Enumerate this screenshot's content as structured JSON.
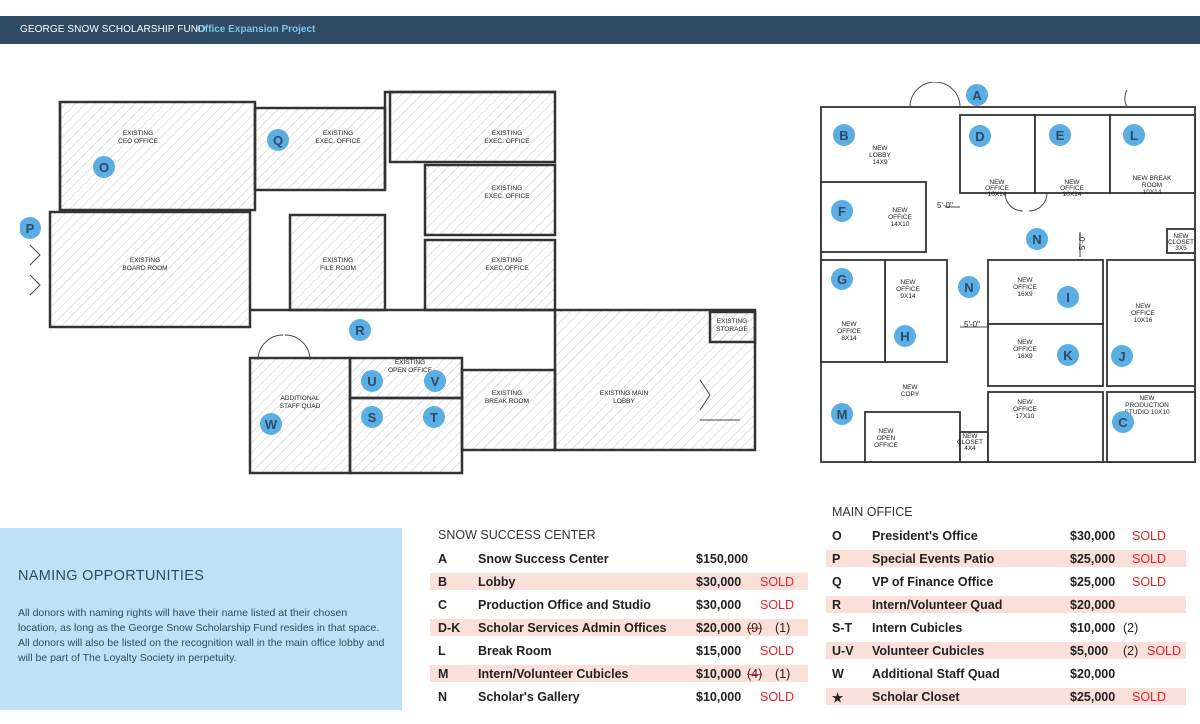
{
  "header": {
    "org": "GEORGE SNOW SCHOLARSHIP FUND",
    "project": "Office Expansion Project"
  },
  "colors": {
    "header_bg": "#2f4a63",
    "accent": "#7cc3ea",
    "badge": "#5aaee3",
    "naming_bg": "#bfe0f5",
    "row_shade": "#fbe0da",
    "sold": "#e2232a"
  },
  "left_plan": {
    "rooms": [
      {
        "l1": "EXISTING",
        "l2": "CEO OFFICE"
      },
      {
        "l1": "EXISTING",
        "l2": "EXEC. OFFICE"
      },
      {
        "l1": "EXISTING",
        "l2": "EXEC. OFFICE"
      },
      {
        "l1": "EXISTING",
        "l2": "EXEC. OFFICE"
      },
      {
        "l1": "EXISTING",
        "l2": "BOARD ROOM"
      },
      {
        "l1": "EXISTING",
        "l2": "FILE ROOM"
      },
      {
        "l1": "EXISTING",
        "l2": "EXEC.OFFICE"
      },
      {
        "l1": "EXISTING",
        "l2": "STORAGE"
      },
      {
        "l1": "EXISTING",
        "l2": "OPEN OFFICE"
      },
      {
        "l1": "ADDITIONAL",
        "l2": "STAFF QUAD"
      },
      {
        "l1": "EXISTING",
        "l2": "BREAK ROOM"
      },
      {
        "l1": "EXISTING MAIN",
        "l2": "LOBBY"
      }
    ],
    "badges": [
      "O",
      "Q",
      "P",
      "R",
      "U",
      "V",
      "W",
      "S",
      "T"
    ]
  },
  "right_plan": {
    "rooms": [
      {
        "l1": "NEW",
        "l2": "LOBBY",
        "l3": "14X9"
      },
      {
        "l1": "NEW",
        "l2": "OFFICE",
        "l3": "10X14"
      },
      {
        "l1": "NEW",
        "l2": "OFFICE",
        "l3": "10X14"
      },
      {
        "l1": "NEW BREAK",
        "l2": "ROOM",
        "l3": "10X14"
      },
      {
        "l1": "NEW",
        "l2": "OFFICE",
        "l3": "14X10"
      },
      {
        "l1": "NEW",
        "l2": "CLOSET",
        "l3": "3X5"
      },
      {
        "l1": "NEW",
        "l2": "OFFICE",
        "l3": "9X14"
      },
      {
        "l1": "NEW",
        "l2": "OFFICE",
        "l3": "8X14"
      },
      {
        "l1": "NEW",
        "l2": "OFFICE",
        "l3": "16X9"
      },
      {
        "l1": "NEW",
        "l2": "OFFICE",
        "l3": "16X9"
      },
      {
        "l1": "NEW",
        "l2": "OFFICE",
        "l3": "10X16"
      },
      {
        "l1": "NEW",
        "l2": "COPY",
        "l3": ""
      },
      {
        "l1": "NEW",
        "l2": "OPEN",
        "l3": "OFFICE"
      },
      {
        "l1": "NEW",
        "l2": "CLOSET",
        "l3": "4X4"
      },
      {
        "l1": "NEW",
        "l2": "OFFICE",
        "l3": "17X10"
      },
      {
        "l1": "NEW",
        "l2": "PRODUCTION",
        "l3": "STUDIO 10X10"
      }
    ],
    "dims": [
      "5'-0\"",
      "5'-0\"",
      "5'-0\""
    ],
    "badges": [
      "A",
      "B",
      "D",
      "E",
      "L",
      "F",
      "N",
      "N",
      "G",
      "I",
      "H",
      "K",
      "J",
      "M",
      "C"
    ]
  },
  "naming": {
    "title": "NAMING OPPORTUNITIES",
    "body": "All donors with naming rights will have their name listed at their chosen location, as long as the George Snow Scholarship Fund resides in that space. All donors will also be listed on the recognition wall in the main office lobby and will be part of The Loyalty Society in perpetuity."
  },
  "snow_table": {
    "title": "SNOW SUCCESS CENTER",
    "rows": [
      {
        "code": "A",
        "name": "Snow Success Center",
        "price": "$150,000",
        "struck": "",
        "note": "",
        "sold": ""
      },
      {
        "code": "B",
        "name": "Lobby",
        "price": "$30,000",
        "struck": "",
        "note": "",
        "sold": "SOLD"
      },
      {
        "code": "C",
        "name": "Production Office and Studio",
        "price": "$30,000",
        "struck": "",
        "note": "",
        "sold": "SOLD"
      },
      {
        "code": "D-K",
        "name": "Scholar Services Admin Offices",
        "price": "$20,000",
        "struck": "(9)",
        "note": "(1)",
        "sold": ""
      },
      {
        "code": "L",
        "name": "Break Room",
        "price": "$15,000",
        "struck": "",
        "note": "",
        "sold": "SOLD"
      },
      {
        "code": "M",
        "name": "Intern/Volunteer Cubicles",
        "price": "$10,000",
        "struck": "(4)",
        "note": "(1)",
        "sold": ""
      },
      {
        "code": "N",
        "name": "Scholar's Gallery",
        "price": "$10,000",
        "struck": "",
        "note": "",
        "sold": "SOLD"
      }
    ]
  },
  "main_table": {
    "title": "MAIN OFFICE",
    "rows": [
      {
        "code": "O",
        "name": "President's Office",
        "price": "$30,000",
        "note": "",
        "sold": "SOLD"
      },
      {
        "code": "P",
        "name": "Special Events Patio",
        "price": "$25,000",
        "note": "",
        "sold": "SOLD"
      },
      {
        "code": "Q",
        "name": "VP of Finance Office",
        "price": "$25,000",
        "note": "",
        "sold": "SOLD"
      },
      {
        "code": "R",
        "name": "Intern/Volunteer Quad",
        "price": "$20,000",
        "note": "",
        "sold": ""
      },
      {
        "code": "S-T",
        "name": "Intern Cubicles",
        "price": "$10,000",
        "note": "(2)",
        "sold": ""
      },
      {
        "code": "U-V",
        "name": "Volunteer Cubicles",
        "price": "$5,000",
        "note": "(2)",
        "sold": "SOLD"
      },
      {
        "code": "W",
        "name": "Additional Staff Quad",
        "price": "$20,000",
        "note": "",
        "sold": ""
      },
      {
        "code": "★",
        "name": "Scholar Closet",
        "price": "$25,000",
        "note": "",
        "sold": "SOLD"
      }
    ]
  }
}
